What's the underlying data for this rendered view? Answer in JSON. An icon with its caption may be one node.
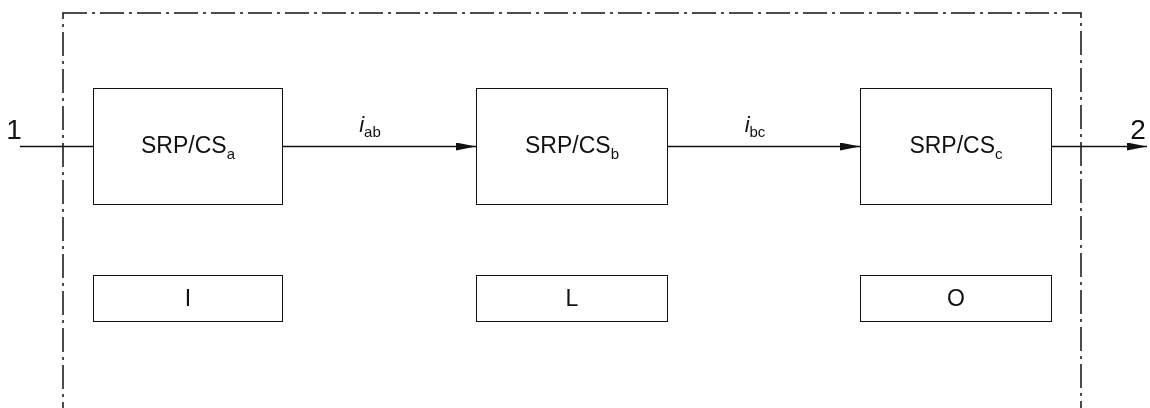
{
  "diagram": {
    "nodes": [
      {
        "text": [],
        "shape": "box"
      },
      {
        "text": [
          "SRP/CS$_{a}$"
        ],
        "in": 0
      },
      {
        "text": [
          "SRP/CS$_{b}$"
        ],
        "in": 0
      },
      {
        "text": [
          "SRP/CS$_{c}$"
        ],
        "in": 0
      },
      {
        "text": [
          "I"
        ],
        "in": 0
      },
      {
        "text": [
          "L"
        ],
        "in": 0
      },
      {
        "text": [
          "O"
        ],
        "in": 0
      }
    ],
    "edges": [
      {
        "from": null,
        "to": 1,
        "arrow": "none",
        "label": "1"
      },
      {
        "from": 1,
        "to": 2,
        "arrow": "to",
        "label": "*i*$_{ab}$"
      },
      {
        "from": 2,
        "to": 3,
        "arrow": "to",
        "label": "*i*$_{bc}$"
      },
      {
        "from": 3,
        "to": null,
        "arrow": "to",
        "label": "2"
      }
    ]
  }
}
